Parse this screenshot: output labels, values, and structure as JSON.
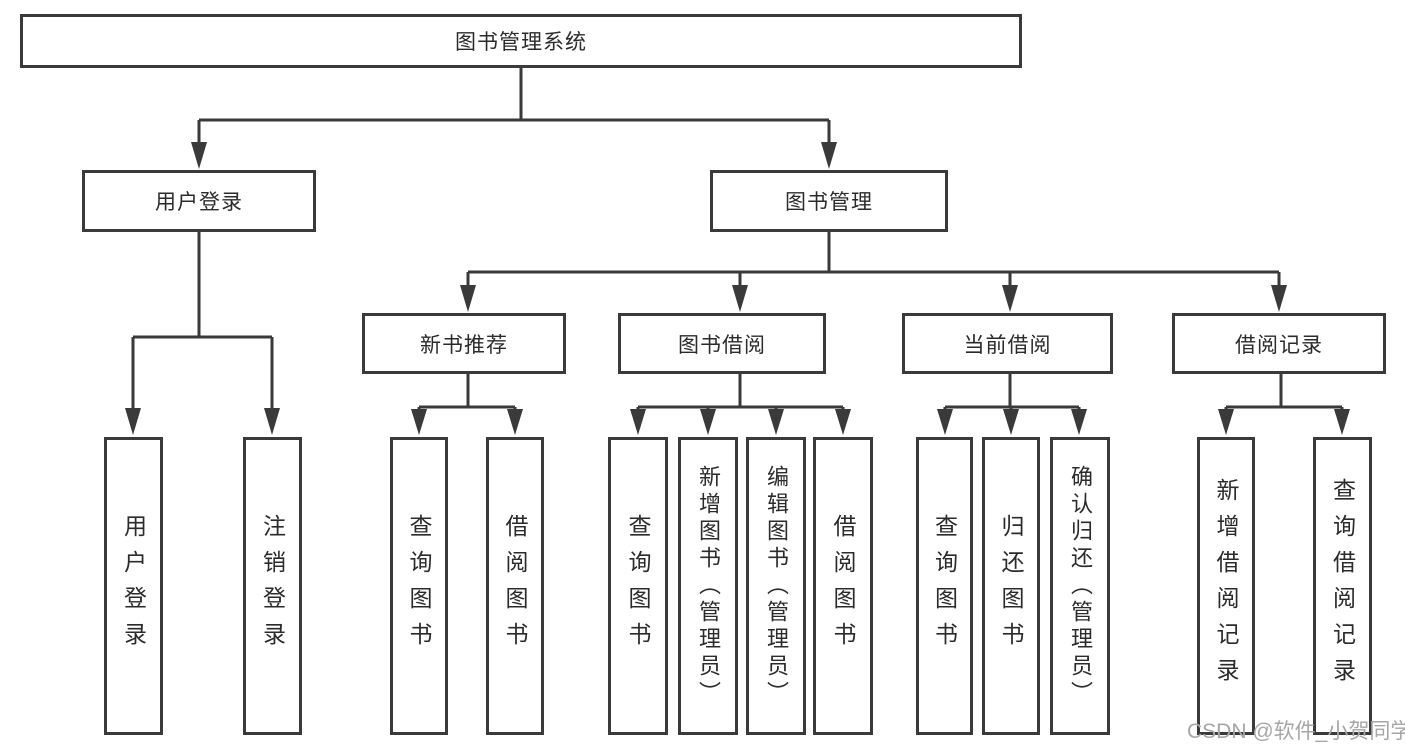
{
  "tree": {
    "label": "图书管理系统",
    "children": [
      {
        "label": "用户登录",
        "children": [
          {
            "label": "用户登录"
          },
          {
            "label": "注销登录"
          }
        ]
      },
      {
        "label": "图书管理",
        "children": [
          {
            "label": "新书推荐",
            "children": [
              {
                "label": "查询图书"
              },
              {
                "label": "借阅图书"
              }
            ]
          },
          {
            "label": "图书借阅",
            "children": [
              {
                "label": "查询图书"
              },
              {
                "label": "新增图书（管理员）"
              },
              {
                "label": "编辑图书（管理员）"
              },
              {
                "label": "借阅图书"
              }
            ]
          },
          {
            "label": "当前借阅",
            "children": [
              {
                "label": "查询图书"
              },
              {
                "label": "归还图书"
              },
              {
                "label": "确认归还（管理员）"
              }
            ]
          },
          {
            "label": "借阅记录",
            "children": [
              {
                "label": "新增借阅记录"
              },
              {
                "label": "查询借阅记录"
              }
            ]
          }
        ]
      }
    ]
  },
  "watermark": {
    "text": "CSDN @软件_小贺同学"
  },
  "colors": {
    "line": "#3a3a3a",
    "text": "#2b2b2b",
    "watermark": "#a6a6a6",
    "background": "#ffffff"
  }
}
